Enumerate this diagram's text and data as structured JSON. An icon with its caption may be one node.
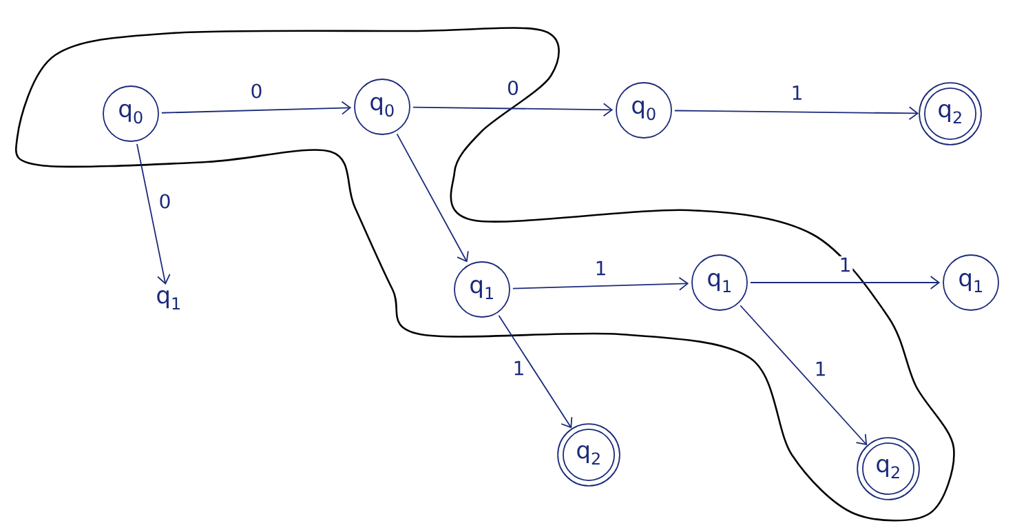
{
  "diagram": {
    "nodes": [
      {
        "text": [
          "q$_{0}$"
        ]
      },
      {
        "text": [
          "q$_{0}$"
        ]
      },
      {
        "text": [
          "q$_{0}$"
        ]
      },
      {
        "text": [
          "q$_{2}$"
        ]
      },
      {
        "text": [
          "q$_{1}$"
        ]
      },
      {
        "text": [
          "q$_{1}$"
        ]
      },
      {
        "text": [
          "q$_{1}$"
        ]
      },
      {
        "text": [
          "q$_{1}$"
        ]
      },
      {
        "text": [
          "q$_{2}$"
        ]
      },
      {
        "text": [
          "q$_{2}$"
        ]
      }
    ],
    "edges": [
      {
        "from": 0,
        "to": 1,
        "arrow": "to",
        "label": "0"
      },
      {
        "from": 1,
        "to": 2,
        "arrow": "to",
        "label": "0"
      },
      {
        "from": 2,
        "to": 3,
        "arrow": "to",
        "label": "1"
      },
      {
        "from": 0,
        "to": 4,
        "arrow": "to",
        "label": "0"
      },
      {
        "from": 1,
        "to": 5,
        "arrow": "to"
      },
      {
        "from": 5,
        "to": 6,
        "arrow": "to",
        "label": "1"
      },
      {
        "from": 6,
        "to": 7,
        "arrow": "to",
        "label": "1"
      },
      {
        "from": 5,
        "to": 8,
        "arrow": "to",
        "label": "1"
      },
      {
        "from": 6,
        "to": 9,
        "arrow": "to",
        "label": "1"
      }
    ]
  }
}
